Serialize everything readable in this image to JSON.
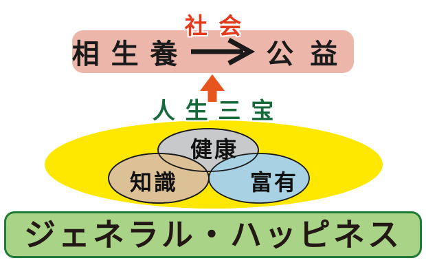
{
  "diagram": {
    "society": {
      "label": "社会",
      "color": "#e23a1b"
    },
    "relation": {
      "left": "相生養",
      "right": "公益",
      "bg": "#edb6aa",
      "text_color": "#1a1a1a",
      "arrow_color": "#1a1a1a",
      "arrow_icon": "right-arrow"
    },
    "up_arrow": {
      "icon": "up-block-arrow",
      "color": "#e8541d"
    },
    "treasures_title": {
      "label": "人生三宝",
      "color": "#15693a"
    },
    "venn": {
      "bg": "#ffe800",
      "outline": "#1a1a1a",
      "items": [
        {
          "label": "健康",
          "fill": "#c8c9cb"
        },
        {
          "label": "知識",
          "fill": "#dcc096"
        },
        {
          "label": "富有",
          "fill": "#a8d2e4"
        }
      ]
    },
    "footer": {
      "label": "ジェネラル・ハッピネス",
      "bg": "#a9d387",
      "border": "#1e7a35",
      "text_color": "#231815"
    }
  }
}
